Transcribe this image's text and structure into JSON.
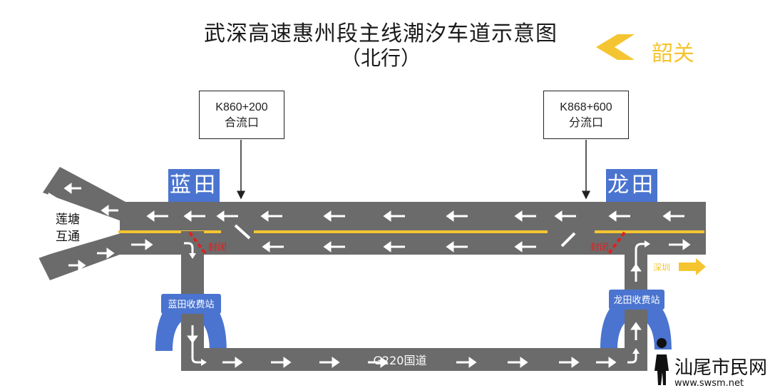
{
  "title": {
    "line1": "武深高速惠州段主线潮汐车道示意图",
    "line2": "（北行）"
  },
  "direction": {
    "north_label": "韶关",
    "south_label": "深圳"
  },
  "callouts": {
    "merge": {
      "km": "K860+200",
      "label": "合流口"
    },
    "diverge": {
      "km": "K868+600",
      "label": "分流口"
    }
  },
  "stations": {
    "lantian": "蓝田",
    "longtian": "龙田"
  },
  "interchange": {
    "line1": "莲塘",
    "line2": "互通"
  },
  "toll": {
    "lantian": "蓝田收费站",
    "longtian": "龙田收费站"
  },
  "closed_label": "封闭",
  "national_road": "G220国道",
  "watermark": {
    "name": "汕尾市民网",
    "url": "www.swsm.net"
  },
  "colors": {
    "road": "#6b6b6b",
    "lane_divider": "#f5c531",
    "station_blue": "#4a74cf",
    "closed_red": "#e02020",
    "arrow_yellow": "#f5c531"
  }
}
